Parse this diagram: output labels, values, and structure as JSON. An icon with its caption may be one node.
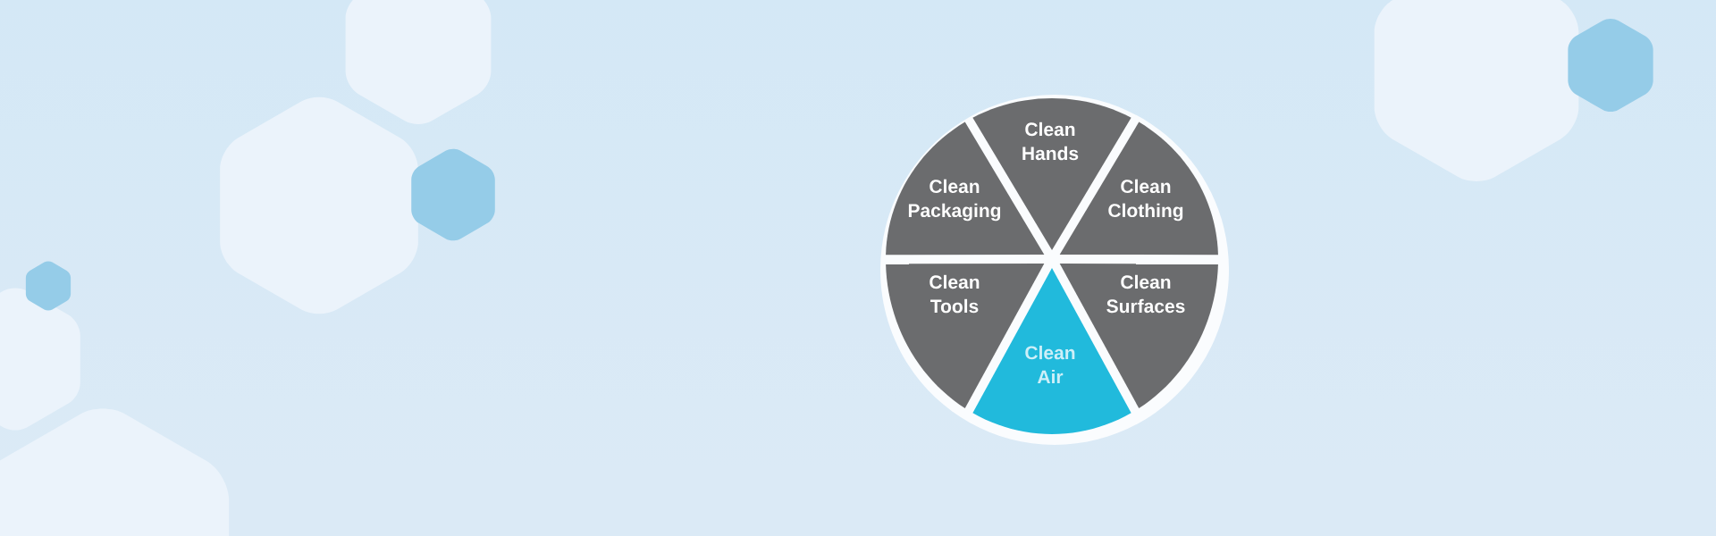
{
  "diagram": {
    "nodes": [
      {
        "text": [
          "Clean Hands"
        ]
      },
      {
        "text": [
          "Clean Packaging"
        ]
      },
      {
        "text": [
          "Clean Clothing"
        ]
      },
      {
        "text": [
          "Clean Tools"
        ]
      },
      {
        "text": [
          "Clean Surfaces"
        ]
      },
      {
        "text": [
          "Clean Air"
        ]
      }
    ]
  }
}
